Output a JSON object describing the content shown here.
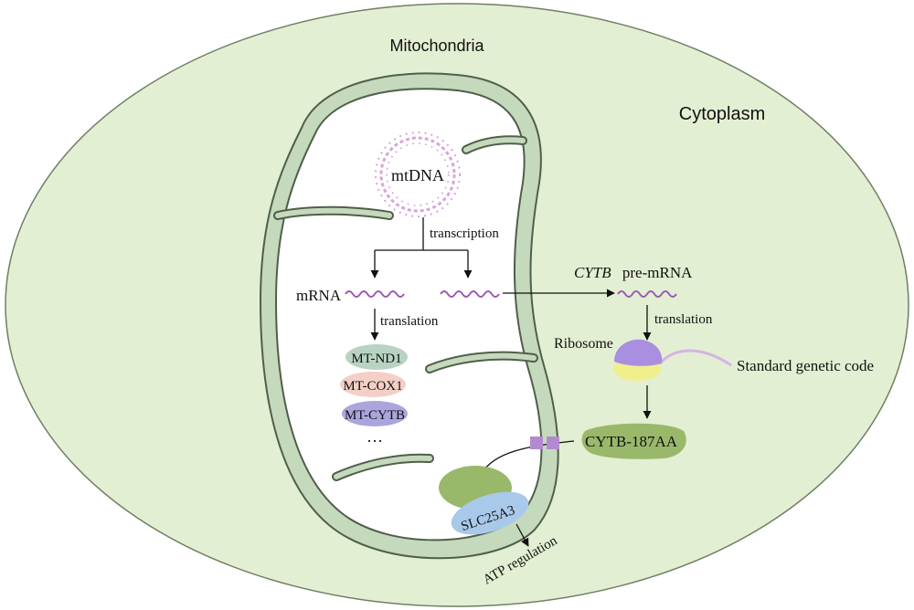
{
  "labels": {
    "mitochondria": "Mitochondria",
    "cytoplasm": "Cytoplasm",
    "mtdna": "mtDNA",
    "transcription": "transcription",
    "mrna": "mRNA",
    "translation_inner": "translation",
    "cytb_italic": "CYTB",
    "pre_mrna": "pre-mRNA",
    "translation_outer": "translation",
    "ribosome": "Ribosome",
    "standard_code": "Standard genetic code",
    "cytb_187aa": "CYTB-187AA",
    "slc25a3": "SLC25A3",
    "atp": "ATP regulation"
  },
  "proteins": [
    {
      "label": "MT-ND1",
      "color": "#b9d3c2"
    },
    {
      "label": "MT-COX1",
      "color": "#f3cfc6"
    },
    {
      "label": "MT-CYTB",
      "color": "#aaa6dd"
    }
  ],
  "ellipsis": "…",
  "colors": {
    "cell": "#e3efd2",
    "cell_border": "#6f7f63",
    "membrane": "#c5d9bc",
    "membrane_border": "#4f5f4a",
    "mrna": "#9b59b6",
    "ribosome_top": "#a98fe0",
    "ribosome_bottom": "#f1ee8c",
    "cytb_187aa": "#9ab86a",
    "slc_green": "#9ab86a",
    "slc_blue": "#a9c9ea",
    "channel": "#b38ad0",
    "dna": "#d6a6d9"
  }
}
